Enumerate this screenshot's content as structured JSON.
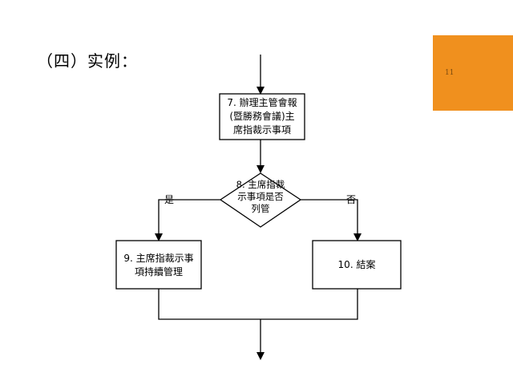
{
  "slide": {
    "heading": "（四）实例：",
    "slide_number": "11",
    "accent_color": "#f0901e"
  },
  "flowchart": {
    "step7": {
      "line1": "7. 辦理主管會報",
      "line2": "(暨勝務會議)主",
      "line3": "席指裁示事項"
    },
    "decision8": {
      "line1": "8. 主席指裁",
      "line2": "示事項是否",
      "line3": "列管"
    },
    "step9": {
      "line1": "9. 主席指裁示事",
      "line2": "項持續管理"
    },
    "step10": {
      "label": "10. 結案"
    },
    "yes_label": "是",
    "no_label": "否"
  }
}
